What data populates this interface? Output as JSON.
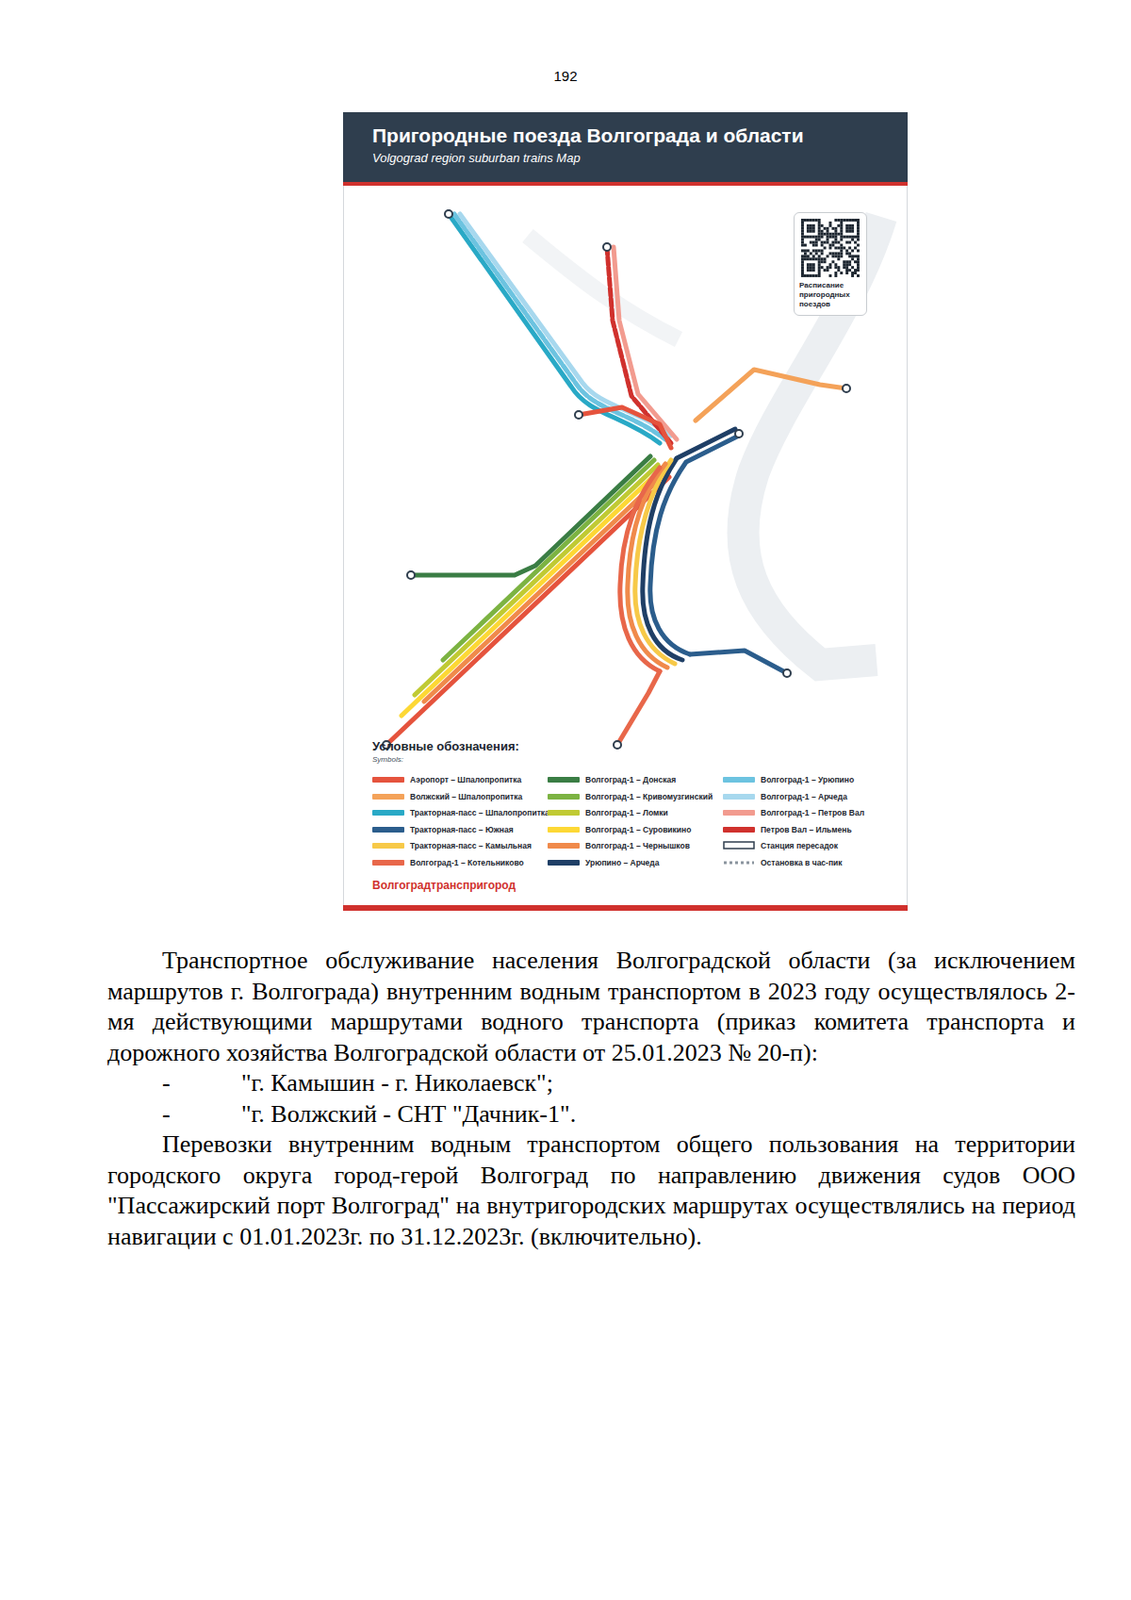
{
  "diagram": {
    "title": "Пригородные поезда Волгограда и области",
    "nodes": [
      {
        "text": [
          "Расписание пригородных поездов"
        ]
      }
    ],
    "labels": [
      "192",
      "Условные обозначения:",
      "Symbols:",
      "Волгоградтранспригород",
      "Транспортное обслуживание населения Волгоградской области (за исключением маршрутов г. Волгограда) внутренним водным транспортом в 2023 году осуществлялось 2-мя действующими маршрутами водного транспорта (приказ комитета транспорта и дорожного хозяйства Волгоградской области от 25.01.2023 № 20-п):",
      "-",
      "\"г. Камышин - г. Николаевск\";",
      "-",
      "\"г. Волжский - СНТ \"Дачник-1\".",
      "Перевозки внутренним водным транспортом общего пользования на территории городского округа город-герой Волгоград по направлению движения судов ООО \"Пассажирский порт Волгоград\" на внутригородских маршрутах осуществлялись на период навигации с 01.01.2023г. по 31.12.2023г. (включительно).",
      "Volgograd region suburban trains Map"
    ],
    "legend": [
      {
        "text": "Аэропорт – Шпалопропитка",
        "color": "#e5533d"
      },
      {
        "text": "Волжский – Шпалопропитка",
        "color": "#f4a259"
      },
      {
        "text": "Тракторная-пасс – Шпалопропитка",
        "color": "#29a9c6"
      },
      {
        "text": "Тракторная-пасс – Южная",
        "color": "#2b5d8c"
      },
      {
        "text": "Тракторная-пасс – Камыльная",
        "color": "#f7c948"
      },
      {
        "text": "Волгоград-1 – Котельниково",
        "color": "#e8674a"
      },
      {
        "text": "Волгоград-1 – Донская",
        "color": "#3a7d44"
      },
      {
        "text": "Волгоград-1 – Кривомузгинский",
        "color": "#7cb342"
      },
      {
        "text": "Волгоград-1 – Ломки",
        "color": "#c0ca33"
      },
      {
        "text": "Волгоград-1 – Суровикино",
        "color": "#fdd835"
      },
      {
        "text": "Волгоград-1 – Чернышков",
        "color": "#f08a4b"
      },
      {
        "text": "Урюпино – Арчеда",
        "color": "#1f3f66"
      },
      {
        "text": "Волгоград-1 – Урюпино",
        "color": "#6cc3e0"
      },
      {
        "text": "Волгоград-1 – Арчеда",
        "color": "#a7d8ee"
      },
      {
        "text": "Волгоград-1 – Петров Вал",
        "color": "#f29b8f"
      },
      {
        "text": "Петров Вал – Ильмень",
        "color": "#d0312d"
      },
      {
        "text": "Станция пересадок"
      },
      {
        "text": "Остановка в час-пик"
      }
    ]
  }
}
